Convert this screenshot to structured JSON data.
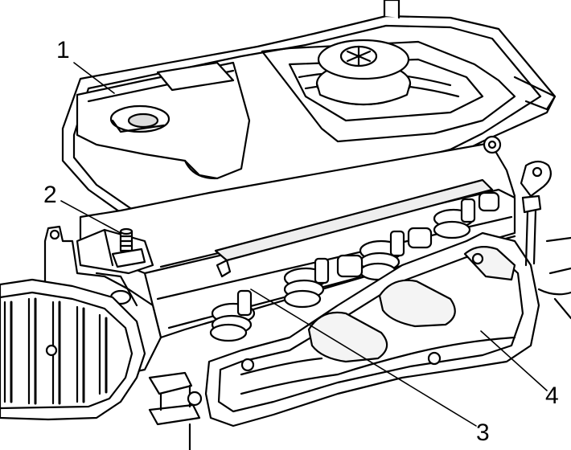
{
  "callouts": [
    {
      "label": "1",
      "part": "valve-cover"
    },
    {
      "label": "2",
      "part": "stud"
    },
    {
      "label": "3",
      "part": "fuel-rail"
    },
    {
      "label": "4",
      "part": "exhaust-heat-shield"
    }
  ],
  "colors": {
    "line": "#000000",
    "fill": "#ffffff",
    "shade": "#f2f2f2"
  }
}
